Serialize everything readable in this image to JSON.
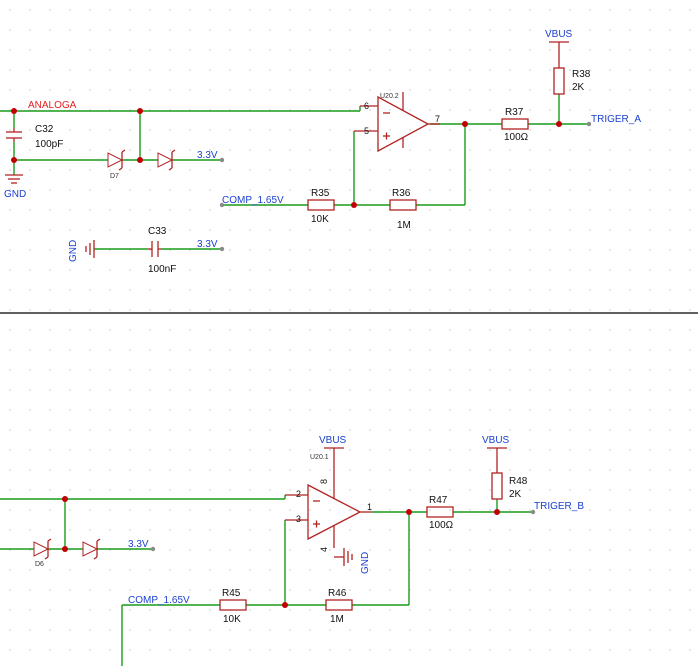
{
  "net_labels": {
    "analoga": "ANALOGA",
    "gnd": "GND",
    "v33": "3.3V",
    "comp": "COMP_1.65V",
    "vbus": "VBUS",
    "triger_a": "TRIGER_A",
    "triger_b": "TRIGER_B"
  },
  "components": {
    "c32": {
      "ref": "C32",
      "value": "100pF"
    },
    "c33": {
      "ref": "C33",
      "value": "100nF"
    },
    "d7": {
      "ref": "D7"
    },
    "d6": {
      "ref": "D6"
    },
    "u202": {
      "ref": "U20.2"
    },
    "u201": {
      "ref": "U20.1"
    },
    "r35": {
      "ref": "R35",
      "value": "10K"
    },
    "r36": {
      "ref": "R36",
      "value": "1M"
    },
    "r37": {
      "ref": "R37",
      "value": "100Ω"
    },
    "r38": {
      "ref": "R38",
      "value": "2K"
    },
    "r45": {
      "ref": "R45",
      "value": "10K"
    },
    "r46": {
      "ref": "R46",
      "value": "1M"
    },
    "r47": {
      "ref": "R47",
      "value": "100Ω"
    },
    "r48": {
      "ref": "R48",
      "value": "2K"
    }
  },
  "pins": {
    "u202": {
      "inv": "6",
      "noninv": "5",
      "out": "7"
    },
    "u201": {
      "inv": "2",
      "noninv": "3",
      "out": "1",
      "vcc": "8",
      "gnd": "4"
    }
  },
  "colors": {
    "wire": "#1a9c1a",
    "component": "#b22222",
    "junction": "#c00000",
    "net_label": "#1a3fd0",
    "net_label_red": "#e02020"
  }
}
